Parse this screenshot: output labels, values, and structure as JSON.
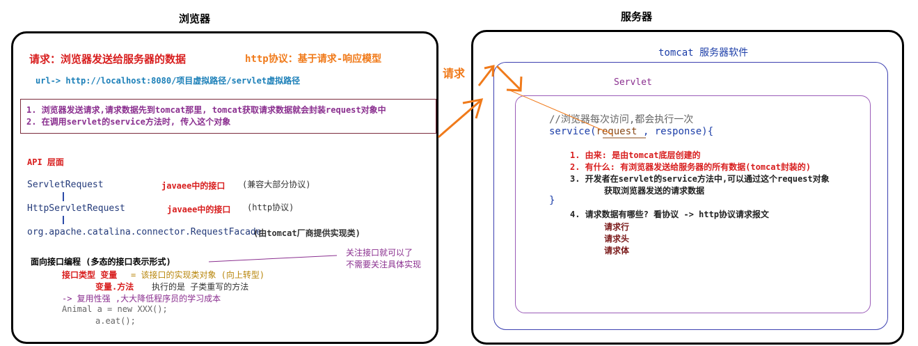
{
  "browser": {
    "title": "浏览器",
    "request_heading": "请求：浏览器发送给服务器的数据",
    "http_heading": "http协议：基于请求-响应模型",
    "url_line": "url-> http://localhost:8080/项目虚拟路径/servlet虚拟路径",
    "steps": [
      "1. 浏览器发送请求,请求数据先到tomcat那里, tomcat获取请求数据就会封装request对象中",
      "2. 在调用servlet的service方法时, 传入这个对象"
    ],
    "api_heading": "API 层面",
    "hierarchy": [
      {
        "name": "ServletRequest",
        "note": "javaee中的接口",
        "extra": "(兼容大部分协议)"
      },
      {
        "name": "HttpServletRequest",
        "note": "javaee中的接口",
        "extra": "(http协议)"
      },
      {
        "name": "org.apache.catalina.connector.RequestFacade",
        "extra": "(由tomcat厂商提供实现类)"
      }
    ],
    "interface_heading": "面向接口编程 (多态的接口表示形式)",
    "interface_note_1": "关注接口就可以了",
    "interface_note_2": "不需要关注具体实现",
    "code_line_1a": "接口类型  变量",
    "code_line_1b": " = 该接口的实现类对象 (向上转型)",
    "code_line_2a": "变量.方法",
    "code_line_2b": "执行的是 子类重写的方法",
    "code_line_3": "-> 复用性强 ,大大降低程序员的学习成本",
    "code_line_4": "Animal a = new XXX();",
    "code_line_5": "a.eat();"
  },
  "arrow_label": "请求",
  "server": {
    "title": "服务器",
    "tomcat_label": "tomcat 服务器软件",
    "servlet_label": "Servlet",
    "comment": "//浏览器每次访问,都会执行一次",
    "service_prefix": "service(",
    "service_request": "request",
    "service_suffix": " , response){",
    "points": [
      "1. 由来: 是由tomcat底层创建的",
      "2. 有什么: 有浏览器发送给服务器的所有数据(tomcat封装的)",
      "3. 开发者在servlet的service方法中,可以通过这个request对象",
      "获取浏览器发送的请求数据"
    ],
    "close_brace": "}",
    "q4": "4. 请求数据有哪些? 看协议 -> http协议请求报文",
    "parts": [
      "请求行",
      "请求头",
      "请求体"
    ]
  },
  "colors": {
    "red": "#d81e1e",
    "orange": "#f07a1a",
    "blue": "#1c3ea8",
    "teal": "#1b7fb8",
    "purple": "#8a2f8f",
    "box_border": "#7b2b3b",
    "servlet_border": "#9a5bb8",
    "tomcat_border": "#3b3fb0"
  }
}
